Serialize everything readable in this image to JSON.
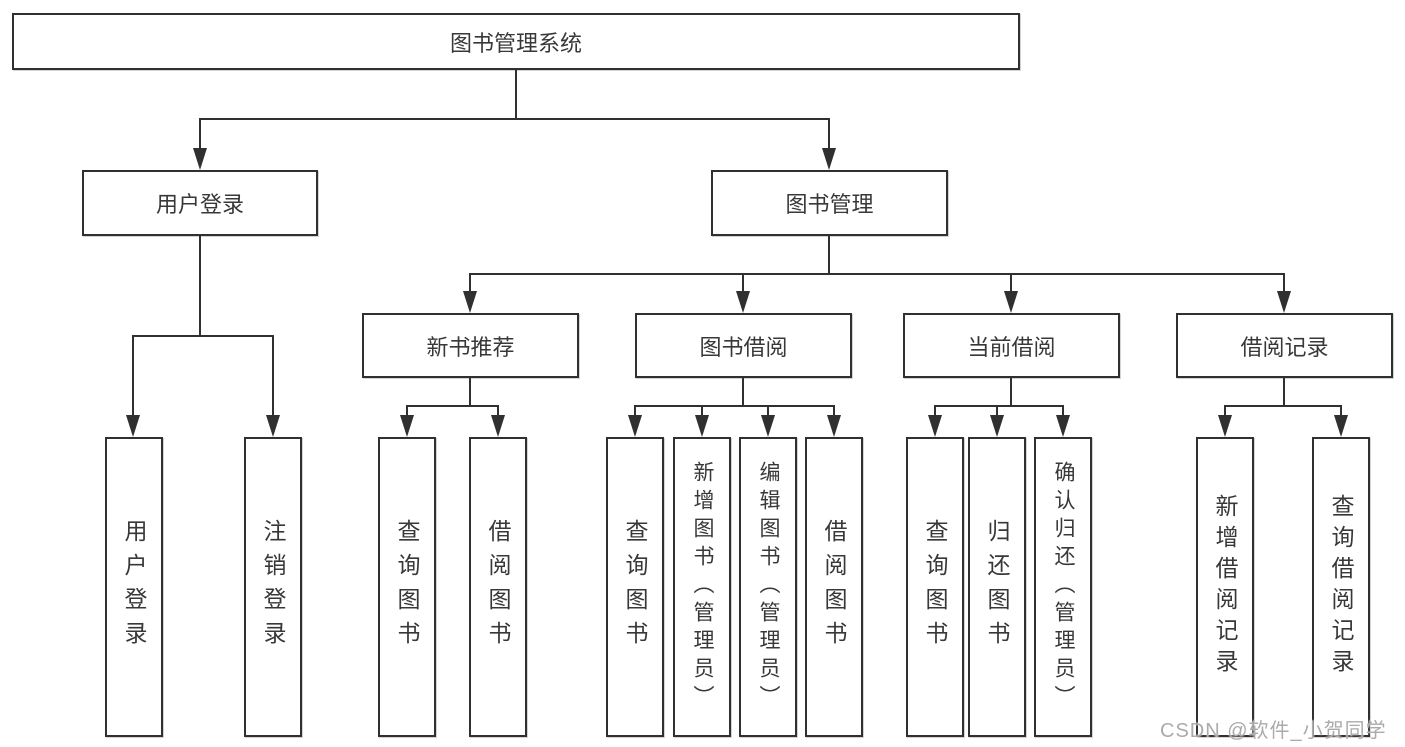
{
  "tree": {
    "label": "图书管理系统",
    "children": [
      {
        "label": "用户登录",
        "children": [
          {
            "label": "用户登录"
          },
          {
            "label": "注销登录"
          }
        ]
      },
      {
        "label": "图书管理",
        "children": [
          {
            "label": "新书推荐",
            "children": [
              {
                "label": "查询图书"
              },
              {
                "label": "借阅图书"
              }
            ]
          },
          {
            "label": "图书借阅",
            "children": [
              {
                "label": "查询图书"
              },
              {
                "label": "新增图书（管理员）"
              },
              {
                "label": "编辑图书（管理员）"
              },
              {
                "label": "借阅图书"
              }
            ]
          },
          {
            "label": "当前借阅",
            "children": [
              {
                "label": "查询图书"
              },
              {
                "label": "归还图书"
              },
              {
                "label": "确认归还（管理员）"
              }
            ]
          },
          {
            "label": "借阅记录",
            "children": [
              {
                "label": "新增借阅记录"
              },
              {
                "label": "查询借阅记录"
              }
            ]
          }
        ]
      }
    ]
  },
  "watermark": {
    "text": "CSDN @软件_小贺同学"
  },
  "colors": {
    "line": "#303030",
    "text": "#383838",
    "watermark": "#ababab",
    "background": "#ffffff"
  }
}
